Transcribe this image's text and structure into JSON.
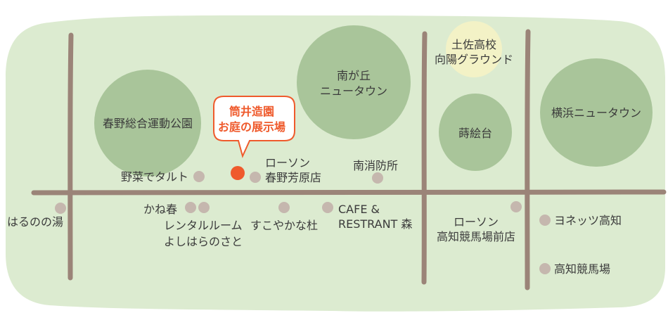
{
  "colors": {
    "background": "#dcebd0",
    "park": "#a9c59a",
    "school": "#f3f2c6",
    "road": "#9b8478",
    "marker": "#c5b7ae",
    "accent": "#ef5a2c"
  },
  "areas": {
    "haruno_park": "春野総合運動公園",
    "minamigaoka_line1": "南が丘",
    "minamigaoka_line2": "ニュータウン",
    "makiedai": "蒔絵台",
    "yokohama_newtown": "横浜ニュータウン",
    "tosa_line1": "土佐高校",
    "tosa_line2": "向陽グラウンド"
  },
  "callout": {
    "line1": "筒井造園",
    "line2": "お庭の展示場"
  },
  "places": {
    "yasai_de_tart": "野菜でタルト",
    "lawson_haruno_line1": "ローソン",
    "lawson_haruno_line2": "春野芳原店",
    "fire_station": "南消防所",
    "haruno_no_yu": "はるのの湯",
    "kaneharu": "かね春",
    "rental_line1": "レンタルルーム",
    "rental_line2": "よしはらのさと",
    "sukoyaka": "すこやかな杜",
    "cafe_line1": "CAFE &",
    "cafe_line2": "RESTRANT 森",
    "lawson_keiba_line1": "ローソン",
    "lawson_keiba_line2": "高知競馬場前店",
    "yonezzu": "ヨネッツ高知",
    "keibajo": "高知競馬場"
  }
}
